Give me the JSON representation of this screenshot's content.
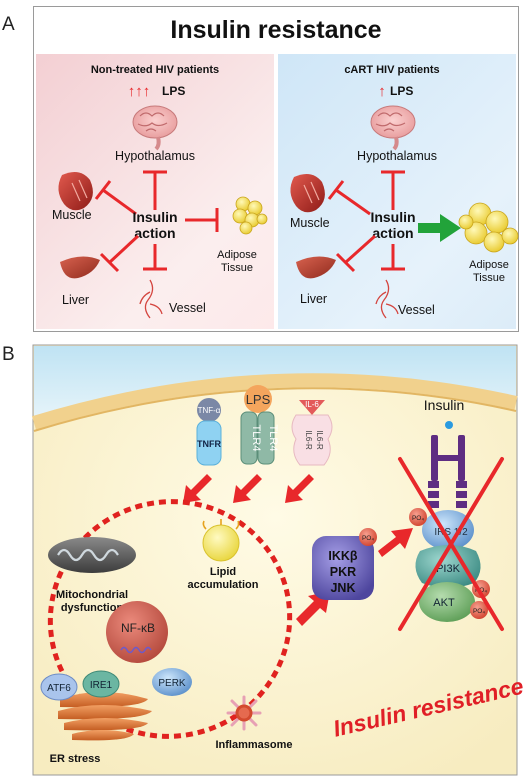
{
  "panel_a": {
    "letter": "A",
    "title": "Insulin resistance",
    "left": {
      "heading": "Non-treated HIV patients",
      "lps_arrows": "↑↑↑",
      "lps": "LPS",
      "hypothalamus": "Hypothalamus",
      "muscle": "Muscle",
      "center_line1": "Insulin",
      "center_line2": "action",
      "adipose_line1": "Adipose",
      "adipose_line2": "Tissue",
      "liver": "Liver",
      "vessel": "Vessel"
    },
    "right": {
      "heading": "cART HIV patients",
      "lps_arrows": "↑",
      "lps": "LPS",
      "hypothalamus": "Hypothalamus",
      "muscle": "Muscle",
      "center_line1": "Insulin",
      "center_line2": "action",
      "adipose_line1": "Adipose",
      "adipose_line2": "Tissue",
      "liver": "Liver",
      "vessel": "Vessel"
    }
  },
  "panel_b": {
    "letter": "B",
    "receptors": {
      "tnfa": "TNF-α",
      "tnfr": "TNFR",
      "lps": "LPS",
      "tlr4_a": "TLR4",
      "tlr4_b": "TLR4",
      "il6": "IL-6",
      "il6r_a": "IL6-R",
      "il6r_b": "IL6-R"
    },
    "insulin": "Insulin",
    "irs": "IRS 1/2",
    "pi3k": "PI3K",
    "akt": "AKT",
    "po4": "PO₄",
    "kinases": [
      "IKKβ",
      "PKR",
      "JNK"
    ],
    "lipid_line1": "Lipid",
    "lipid_line2": "accumulation",
    "mito_line1": "Mitochondrial",
    "mito_line2": "dysfunction",
    "nfkb": "NF-κB",
    "perk": "PERK",
    "atf6": "ATF6",
    "ire1": "IRE1",
    "er_stress": "ER stress",
    "inflammasome": "Inflammasome",
    "resistance": "Insulin resistance"
  },
  "colors": {
    "inhibit": "#e8282b",
    "activate": "#22a33a",
    "left_panel_bg": "#f6dadc",
    "right_panel_bg": "#d9ecf8",
    "cell_bg": "#fbf3d2",
    "membrane": "#f2d391",
    "resistance_text": "#e01f26"
  }
}
